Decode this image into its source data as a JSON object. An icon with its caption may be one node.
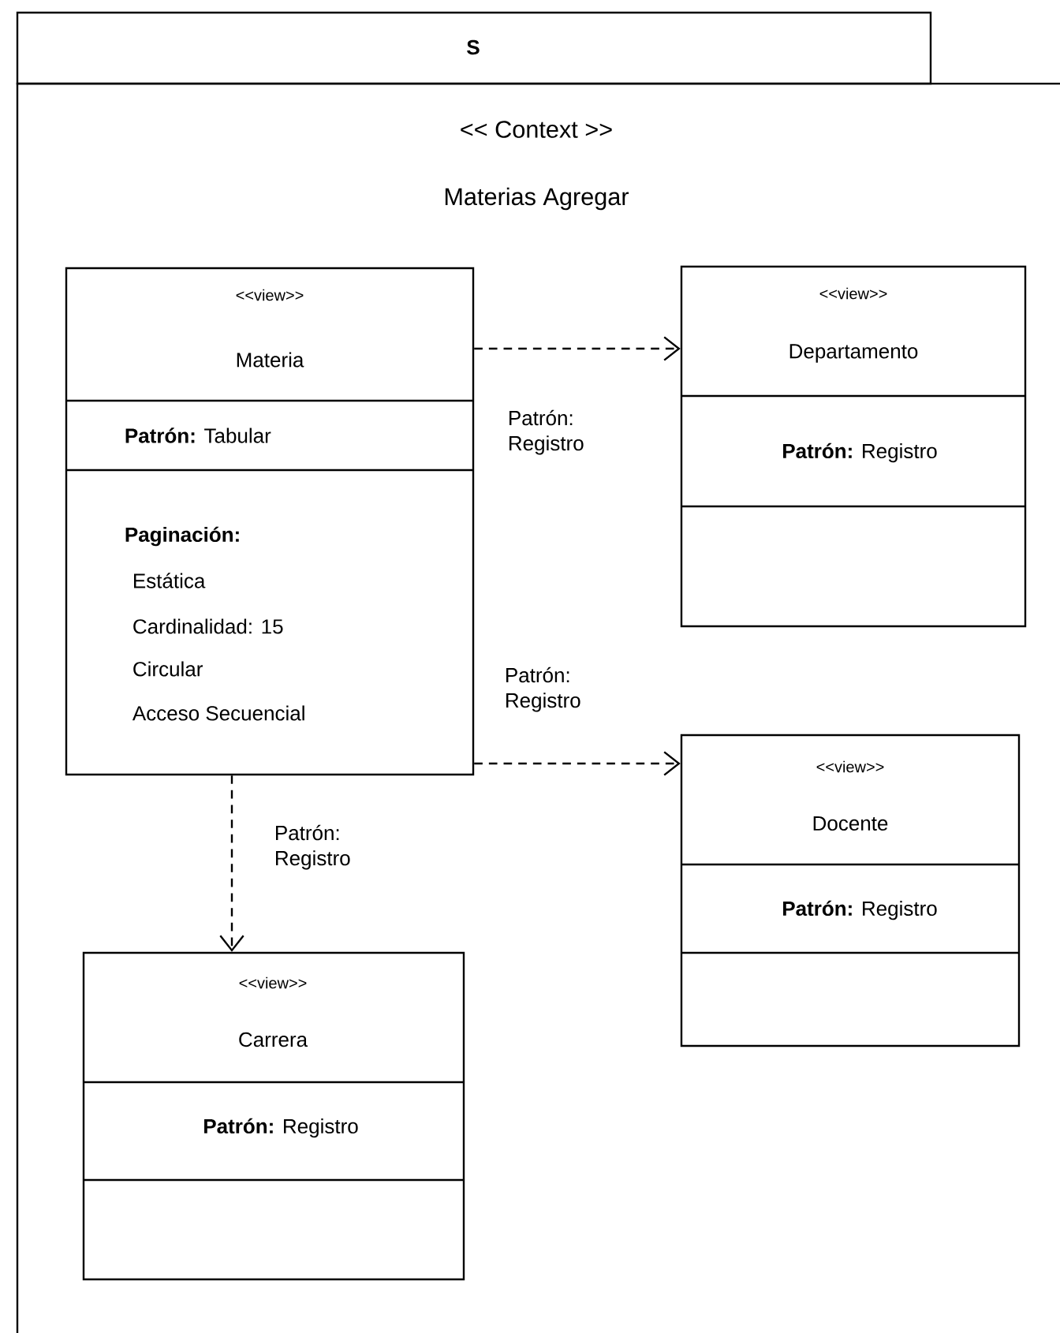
{
  "diagram": {
    "nodes": [
      {
        "text": [
          "S",
          "<< Context >>",
          "Materias Agregar"
        ]
      },
      {
        "text": [
          "<<view>>",
          "Materia",
          "**Patrón:** Tabular",
          "Paginación:",
          "Estática",
          "Cardinalidad: 15",
          "Circular",
          "Acceso Secuencial"
        ],
        "in": 0
      },
      {
        "text": [
          "<<view>>",
          "Departamento",
          "**Patrón:** Registro"
        ],
        "in": 0
      },
      {
        "text": [
          "<<view>>",
          "Docente",
          "**Patrón:** Registro"
        ],
        "in": 0
      },
      {
        "text": [
          "<<view>>",
          "Carrera",
          "**Patrón:** Registro"
        ],
        "in": 0
      }
    ],
    "edges": [
      {
        "from": 1,
        "to": 2,
        "arrow": "to",
        "style": "dashed",
        "label": "Patrón: Registro"
      },
      {
        "from": 1,
        "to": 3,
        "arrow": "to",
        "style": "dashed",
        "label": "Patrón: Registro"
      },
      {
        "from": 1,
        "to": 4,
        "arrow": "to",
        "style": "dashed",
        "label": "Patrón: Registro"
      }
    ]
  }
}
